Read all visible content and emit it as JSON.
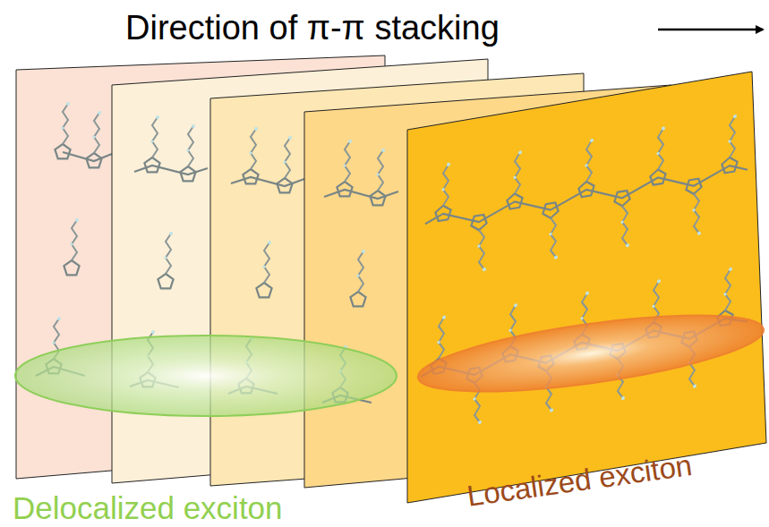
{
  "diagram": {
    "labels": [
      "Direction of π-π stacking",
      "Delocalized exciton",
      "Localized exciton"
    ]
  }
}
